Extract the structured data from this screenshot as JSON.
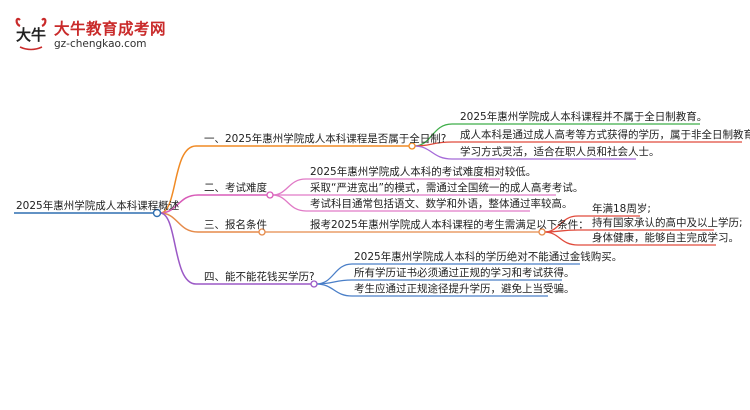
{
  "brand": {
    "name": "大牛教育成考网",
    "url": "gz-chengkao.com",
    "mark": "大牛"
  },
  "colors": {
    "root": "#2f6fb0",
    "branch1": "#f08a24",
    "branch2": "#d85bb8",
    "branch3": "#e58a4a",
    "branch4": "#9b59c6",
    "leaf_green": "#3fae49",
    "leaf_red": "#e04b3c",
    "leaf_purple": "#a56ad8",
    "leaf_pink": "#e07ac6",
    "leaf_blue": "#4a7fc8"
  },
  "mindmap": {
    "root": "2025年惠州学院成人本科课程概述",
    "branches": [
      {
        "label": "一、2025年惠州学院成人本科课程是否属于全日制?",
        "children": [
          "2025年惠州学院成人本科课程并不属于全日制教育。",
          "成人本科是通过成人高考等方式获得的学历，属于非全日制教育形式。",
          "学习方式灵活，适合在职人员和社会人士。"
        ]
      },
      {
        "label": "二、考试难度",
        "children": [
          "2025年惠州学院成人本科的考试难度相对较低。",
          "采取“严进宽出”的模式，需通过全国统一的成人高考考试。",
          "考试科目通常包括语文、数学和外语，整体通过率较高。"
        ]
      },
      {
        "label": "三、报名条件",
        "children": [
          "报考2025年惠州学院成人本科课程的考生需满足以下条件："
        ],
        "sub": [
          "年满18周岁;",
          "持有国家承认的高中及以上学历;",
          "身体健康，能够自主完成学习。"
        ]
      },
      {
        "label": "四、能不能花钱买学历?",
        "children": [
          "2025年惠州学院成人本科的学历绝对不能通过金钱购买。",
          "所有学历证书必须通过正规的学习和考试获得。",
          "考生应通过正规途径提升学历，避免上当受骗。"
        ]
      }
    ]
  }
}
